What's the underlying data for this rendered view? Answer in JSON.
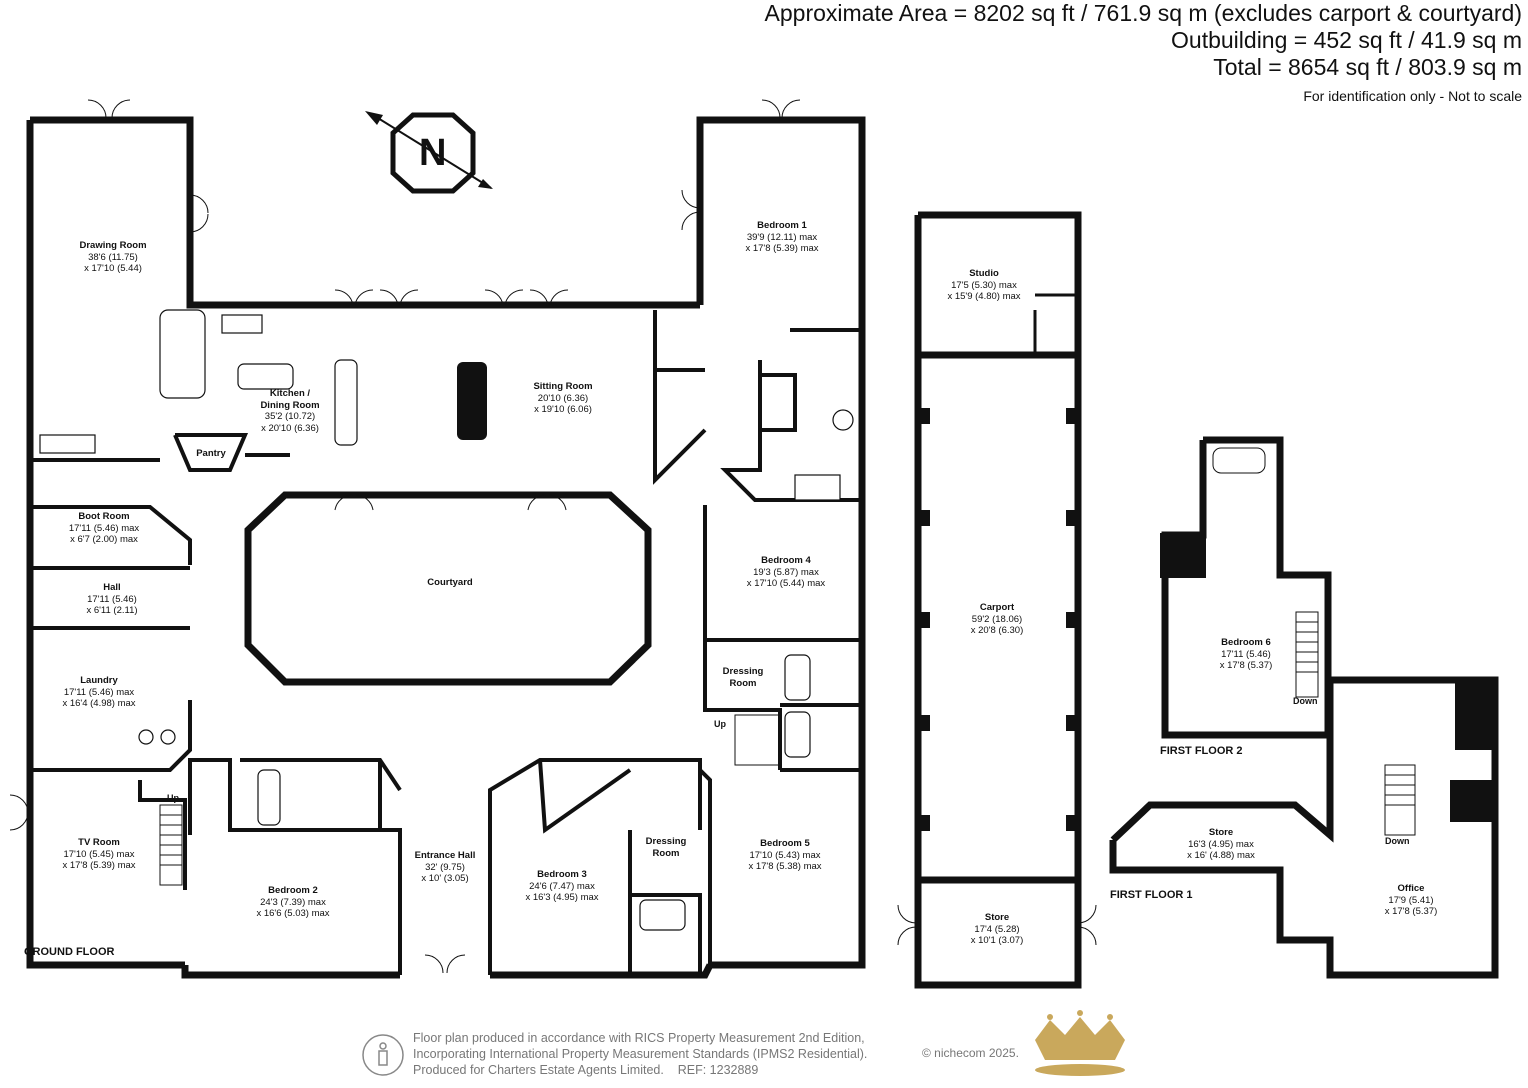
{
  "header": {
    "area_line": "Approximate Area = 8202 sq ft / 761.9 sq m (excludes carport & courtyard)",
    "outbuilding_line": "Outbuilding = 452 sq ft / 41.9 sq m",
    "total_line": "Total = 8654 sq ft / 803.9 sq m",
    "disclaimer": "For identification only - Not to scale"
  },
  "compass": {
    "label": "N"
  },
  "floors": {
    "ground": "GROUND FLOOR",
    "first1": "FIRST FLOOR 1",
    "first2": "FIRST FLOOR 2"
  },
  "rooms": {
    "drawing": {
      "name": "Drawing Room",
      "dims": [
        "38'6 (11.75)",
        "x 17'10 (5.44)"
      ]
    },
    "bedroom1": {
      "name": "Bedroom 1",
      "dims": [
        "39'9 (12.11) max",
        "x 17'8 (5.39) max"
      ]
    },
    "kitchen": {
      "name": "Kitchen /",
      "name2": "Dining Room",
      "dims": [
        "35'2 (10.72)",
        "x 20'10 (6.36)"
      ]
    },
    "pantry": {
      "name": "Pantry"
    },
    "sitting": {
      "name": "Sitting Room",
      "dims": [
        "20'10 (6.36)",
        "x 19'10 (6.06)"
      ]
    },
    "boot": {
      "name": "Boot Room",
      "dims": [
        "17'11 (5.46) max",
        "x 6'7 (2.00) max"
      ]
    },
    "hall": {
      "name": "Hall",
      "dims": [
        "17'11 (5.46)",
        "x 6'11 (2.11)"
      ]
    },
    "courtyard": {
      "name": "Courtyard"
    },
    "bedroom4": {
      "name": "Bedroom 4",
      "dims": [
        "19'3 (5.87) max",
        "x 17'10 (5.44) max"
      ]
    },
    "laundry": {
      "name": "Laundry",
      "dims": [
        "17'11 (5.46) max",
        "x 16'4 (4.98) max"
      ]
    },
    "dressing1": {
      "name": "Dressing",
      "name2": "Room"
    },
    "tvroom": {
      "name": "TV Room",
      "dims": [
        "17'10 (5.45) max",
        "x 17'8 (5.39) max"
      ]
    },
    "bedroom2": {
      "name": "Bedroom 2",
      "dims": [
        "24'3 (7.39) max",
        "x 16'6 (5.03) max"
      ]
    },
    "entrance": {
      "name": "Entrance Hall",
      "dims": [
        "32' (9.75)",
        "x 10' (3.05)"
      ]
    },
    "bedroom3": {
      "name": "Bedroom 3",
      "dims": [
        "24'6 (7.47) max",
        "x 16'3 (4.95) max"
      ]
    },
    "dressing2": {
      "name": "Dressing",
      "name2": "Room"
    },
    "bedroom5": {
      "name": "Bedroom 5",
      "dims": [
        "17'10 (5.43) max",
        "x 17'8 (5.38) max"
      ]
    },
    "studio": {
      "name": "Studio",
      "dims": [
        "17'5 (5.30) max",
        "x 15'9 (4.80) max"
      ]
    },
    "carport": {
      "name": "Carport",
      "dims": [
        "59'2 (18.06)",
        "x 20'8 (6.30)"
      ]
    },
    "store_out": {
      "name": "Store",
      "dims": [
        "17'4 (5.28)",
        "x 10'1 (3.07)"
      ]
    },
    "bedroom6": {
      "name": "Bedroom 6",
      "dims": [
        "17'11 (5.46)",
        "x 17'8 (5.37)"
      ]
    },
    "store_first": {
      "name": "Store",
      "dims": [
        "16'3 (4.95) max",
        "x 16' (4.88) max"
      ]
    },
    "office": {
      "name": "Office",
      "dims": [
        "17'9 (5.41)",
        "x 17'8 (5.37)"
      ]
    }
  },
  "stair_labels": {
    "up": "Up",
    "down": "Down"
  },
  "footer": {
    "line1": "Floor plan produced in accordance with RICS Property Measurement 2nd Edition,",
    "line2": "Incorporating International Property Measurement Standards (IPMS2 Residential).",
    "line3": "Produced for Charters Estate Agents Limited.    REF: 1232889",
    "copyright": "© nichecom 2025."
  },
  "colors": {
    "wall": "#111111",
    "logo_gold": "#c9a85c",
    "text_grey": "#777777"
  }
}
